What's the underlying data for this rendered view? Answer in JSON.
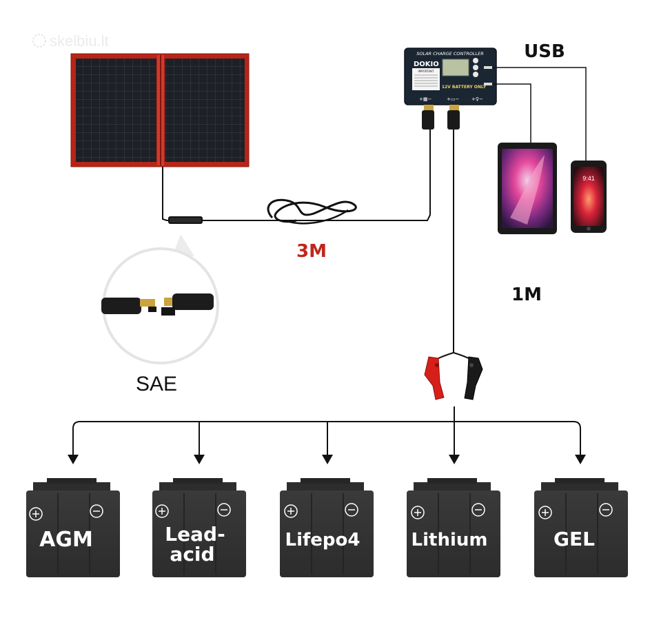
{
  "watermark": {
    "text": "skelbiu.lt"
  },
  "controller": {
    "title": "SOLAR CHARGE CONTROLLER",
    "brand": "DOKIO",
    "important": "IMPORTANT",
    "battery_text": "12V BATTERY ONLY"
  },
  "labels": {
    "usb": "USB",
    "cable_3m": "3M",
    "cable_1m": "1M",
    "sae": "SAE"
  },
  "phone": {
    "time": "9:41"
  },
  "batteries": [
    {
      "line1": "AGM",
      "line2": ""
    },
    {
      "line1": "Lead-",
      "line2": "acid"
    },
    {
      "line1": "Lifepo4",
      "line2": ""
    },
    {
      "line1": "Lithium",
      "line2": ""
    },
    {
      "line1": "GEL",
      "line2": ""
    }
  ],
  "colors": {
    "panel_frame": "#c62a1e",
    "cell": "#1c1f24",
    "cable": "#111111",
    "red_label": "#c0261d",
    "battery_body": "#333333",
    "clamp_red": "#d71f1a",
    "clamp_black": "#1a1a1a"
  }
}
